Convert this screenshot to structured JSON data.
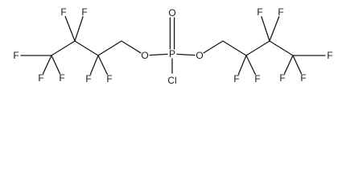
{
  "molecule": {
    "atoms": [
      {
        "id": "P",
        "label": "P"
      },
      {
        "id": "O1",
        "label": "O"
      },
      {
        "id": "Cl",
        "label": "Cl"
      },
      {
        "id": "OL",
        "label": "O"
      },
      {
        "id": "OR",
        "label": "O"
      },
      {
        "id": "CL1",
        "label": ""
      },
      {
        "id": "CL2",
        "label": ""
      },
      {
        "id": "CL3",
        "label": ""
      },
      {
        "id": "CL4",
        "label": ""
      },
      {
        "id": "CR1",
        "label": ""
      },
      {
        "id": "CR2",
        "label": ""
      },
      {
        "id": "CR3",
        "label": ""
      },
      {
        "id": "CR4",
        "label": ""
      },
      {
        "id": "FL1",
        "label": "F"
      },
      {
        "id": "FL2",
        "label": "F"
      },
      {
        "id": "FL3",
        "label": "F"
      },
      {
        "id": "FL4",
        "label": "F"
      },
      {
        "id": "FL5",
        "label": "F"
      },
      {
        "id": "FL6",
        "label": "F"
      },
      {
        "id": "FL7",
        "label": "F"
      },
      {
        "id": "FR1",
        "label": "F"
      },
      {
        "id": "FR2",
        "label": "F"
      },
      {
        "id": "FR3",
        "label": "F"
      },
      {
        "id": "FR4",
        "label": "F"
      },
      {
        "id": "FR5",
        "label": "F"
      },
      {
        "id": "FR6",
        "label": "F"
      },
      {
        "id": "FR7",
        "label": "F"
      }
    ],
    "bonds": [
      {
        "from": "P",
        "to": "O1",
        "order": 2
      },
      {
        "from": "P",
        "to": "Cl",
        "order": 1
      },
      {
        "from": "P",
        "to": "OL",
        "order": 1
      },
      {
        "from": "P",
        "to": "OR",
        "order": 1
      },
      {
        "from": "OL",
        "to": "CL1",
        "order": 1
      },
      {
        "from": "CL1",
        "to": "CL2",
        "order": 1
      },
      {
        "from": "CL2",
        "to": "CL3",
        "order": 1
      },
      {
        "from": "CL3",
        "to": "CL4",
        "order": 1
      },
      {
        "from": "CL2",
        "to": "FL1",
        "order": 1
      },
      {
        "from": "CL2",
        "to": "FL2",
        "order": 1
      },
      {
        "from": "CL3",
        "to": "FL3",
        "order": 1
      },
      {
        "from": "CL3",
        "to": "FL4",
        "order": 1
      },
      {
        "from": "CL4",
        "to": "FL5",
        "order": 1
      },
      {
        "from": "CL4",
        "to": "FL6",
        "order": 1
      },
      {
        "from": "CL4",
        "to": "FL7",
        "order": 1
      },
      {
        "from": "OR",
        "to": "CR1",
        "order": 1
      },
      {
        "from": "CR1",
        "to": "CR2",
        "order": 1
      },
      {
        "from": "CR2",
        "to": "CR3",
        "order": 1
      },
      {
        "from": "CR3",
        "to": "CR4",
        "order": 1
      },
      {
        "from": "CR2",
        "to": "FR1",
        "order": 1
      },
      {
        "from": "CR2",
        "to": "FR2",
        "order": 1
      },
      {
        "from": "CR3",
        "to": "FR3",
        "order": 1
      },
      {
        "from": "CR3",
        "to": "FR4",
        "order": 1
      },
      {
        "from": "CR4",
        "to": "FR5",
        "order": 1
      },
      {
        "from": "CR4",
        "to": "FR6",
        "order": 1
      },
      {
        "from": "CR4",
        "to": "FR7",
        "order": 1
      }
    ]
  }
}
